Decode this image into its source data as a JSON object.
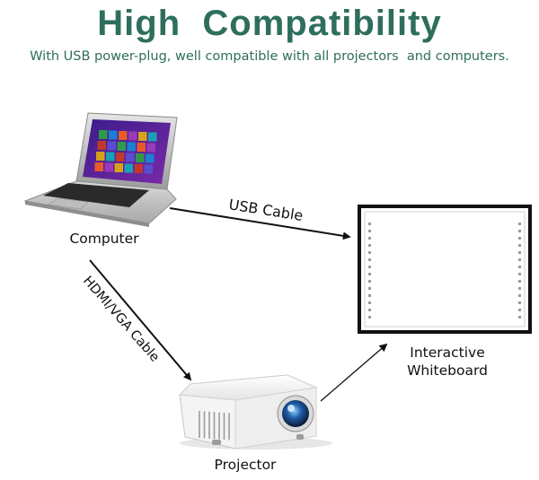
{
  "header": {
    "title": "High  Compatibility",
    "subtitle": "With USB power-plug, well compatible with all projectors  and computers."
  },
  "nodes": {
    "computer": "Computer",
    "whiteboard_line1": "Interactive",
    "whiteboard_line2": "Whiteboard",
    "projector": "Projector"
  },
  "edges": {
    "usb": "USB Cable",
    "hdmi": "HDMI/VGA Cable"
  },
  "colors": {
    "accent": "#2e6e5d",
    "screen_tiles": [
      "#2f9a4a",
      "#1b7fd6",
      "#e85a2a",
      "#9a3ab8",
      "#d6a21b",
      "#17a2b8",
      "#c0392b",
      "#5b4dd1"
    ]
  }
}
